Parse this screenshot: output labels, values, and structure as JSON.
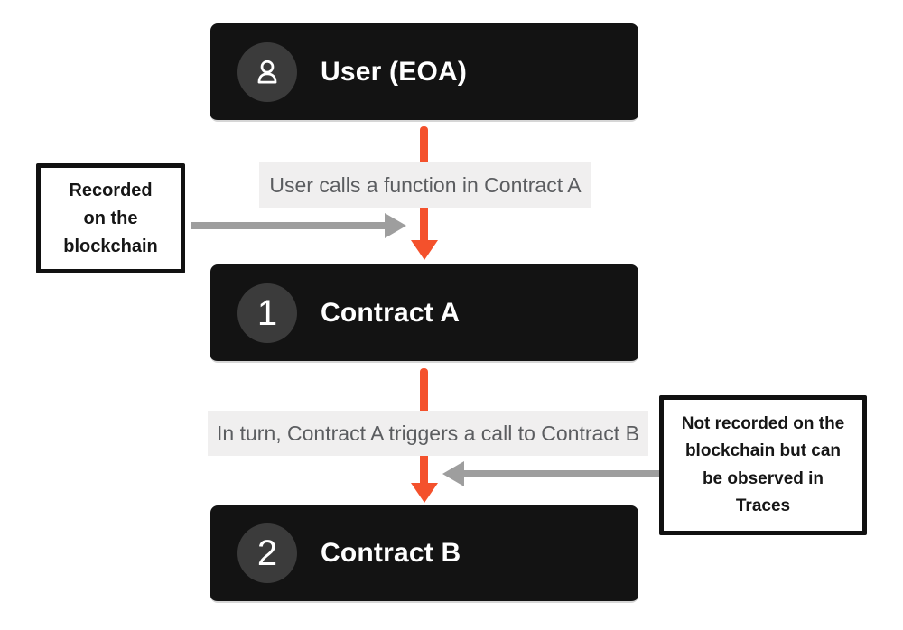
{
  "colors": {
    "canvas-bg": "#ffffff",
    "node-bg": "#131313",
    "node-text": "#ffffff",
    "badge-bg": "#3b3b3b",
    "accent-arrow": "#F4512C",
    "gray-arrow": "#9E9E9E",
    "edge-label-bg": "#F0EFEF",
    "edge-label-text": "#5B5D60",
    "annotation-border": "#111111",
    "annotation-text": "#161616",
    "node-underline": "#D6D6D6"
  },
  "nodes": [
    {
      "id": "user",
      "label": "User (EOA)",
      "badge": "user-icon"
    },
    {
      "id": "contract-a",
      "label": "Contract A",
      "badge": "1"
    },
    {
      "id": "contract-b",
      "label": "Contract B",
      "badge": "2"
    }
  ],
  "edges": [
    {
      "label": "User calls a function in Contract A"
    },
    {
      "label": "In turn, Contract A triggers a call to Contract B"
    }
  ],
  "annotations": [
    {
      "side": "left",
      "text": "Recorded on the blockchain",
      "lines": [
        "Recorded",
        "on the",
        "blockchain"
      ]
    },
    {
      "side": "right",
      "text": "Not recorded on the blockchain but can be observed in Traces",
      "lines": [
        "Not recorded on the",
        "blockchain but can",
        "be observed in",
        "Traces"
      ]
    }
  ]
}
